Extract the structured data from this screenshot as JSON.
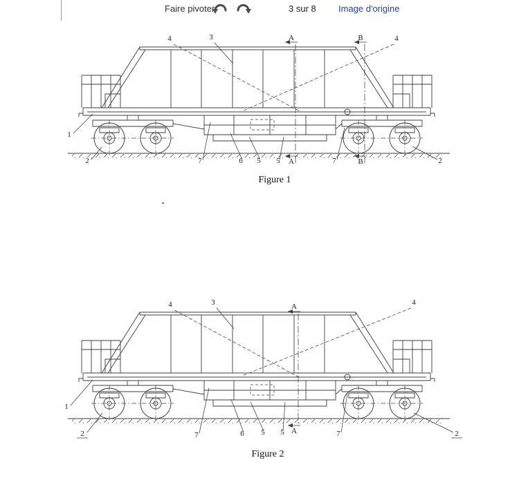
{
  "toolbar": {
    "rotate_label": "Faire pivoter",
    "rotate_left_icon": "rotate-left",
    "rotate_right_icon": "rotate-right",
    "page_indicator": "3 sur 8",
    "original_image_link": "Image d'origine",
    "link_color": "#2b3fa8"
  },
  "drawing": {
    "line_color": "#3c3c3c"
  },
  "figure1": {
    "caption": "Figure 1",
    "callouts": {
      "n1": "1",
      "n2_left": "2",
      "n2_right": "2",
      "n3": "3",
      "n4_left": "4",
      "n4_right": "4",
      "n5_a": "5",
      "n5_b": "5",
      "n6": "6",
      "n7_left": "7",
      "n7_right": "7"
    },
    "sections": {
      "a_top": "A",
      "a_bottom": "A",
      "b_top": "B",
      "b_bottom": "B"
    }
  },
  "figure2": {
    "caption": "Figure 2",
    "callouts": {
      "n1": "1",
      "n2_left": "2",
      "n2_right": "2",
      "n3": "3",
      "n4_left": "4",
      "n4_right": "4",
      "n5_a": "5",
      "n5_b": "5",
      "n6": "6",
      "n7_left": "7",
      "n7_right": "7"
    },
    "sections": {
      "a_top": "A",
      "a_bottom": "A"
    }
  }
}
